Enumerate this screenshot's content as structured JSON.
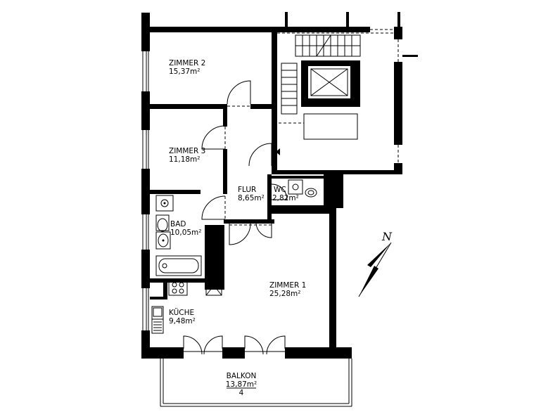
{
  "rooms": [
    {
      "id": "zimmer2",
      "name": "ZIMMER 2",
      "area": "15,37m²"
    },
    {
      "id": "zimmer3",
      "name": "ZIMMER 3",
      "area": "11,18m²"
    },
    {
      "id": "flur",
      "name": "FLUR",
      "area": "8,65m²"
    },
    {
      "id": "wc",
      "name": "WC",
      "area": "2,82m²"
    },
    {
      "id": "bad",
      "name": "BAD",
      "area": "10,05m²"
    },
    {
      "id": "zimmer1",
      "name": "ZIMMER 1",
      "area": "25,28m²"
    },
    {
      "id": "kueche",
      "name": "KÜCHE",
      "area": "9,48m²"
    },
    {
      "id": "balkon",
      "name": "BALKON",
      "area": "13,87m²",
      "number": "4"
    }
  ],
  "north_label": "N",
  "colors": {
    "wall": "#000000",
    "background": "#ffffff"
  },
  "icons": [
    "north-arrow-icon",
    "elevator-icon",
    "bathtub-icon",
    "toilet-icon",
    "sink-icon",
    "stove-icon",
    "staircase-icon",
    "door-swing-icon"
  ]
}
